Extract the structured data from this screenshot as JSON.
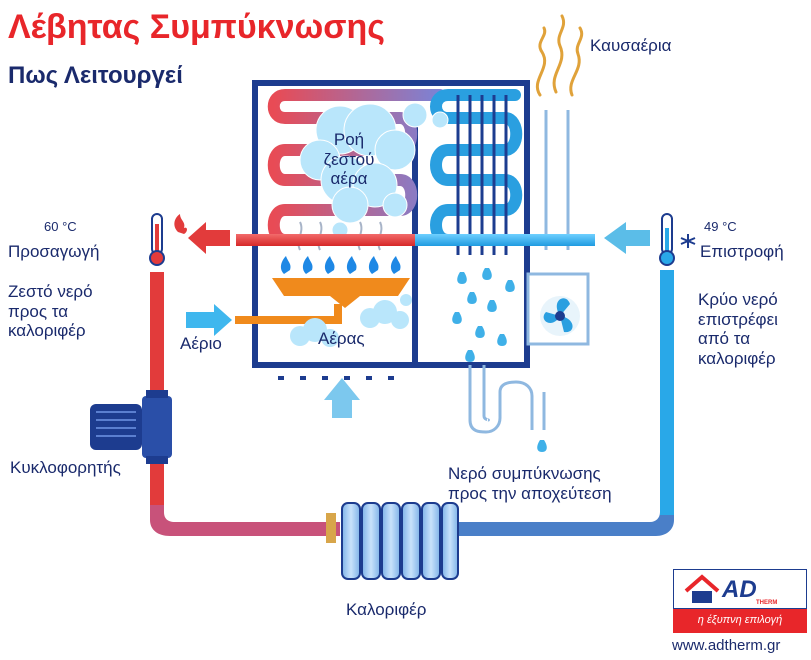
{
  "header": {
    "title": "Λέβητας Συμπύκνωσης",
    "subtitle": "Πως Λειτουργεί"
  },
  "labels": {
    "flue_gas": "Καυσαέρια",
    "hot_air_flow": [
      "Ροή",
      "ζεστού",
      "αέρα"
    ],
    "supply_temp": "60 °C",
    "supply": "Προσαγωγή",
    "hot_water": [
      "Ζεστό νερό",
      "προς τα",
      "καλοριφέρ"
    ],
    "return_temp": "49 °C",
    "return": "Επιστροφή",
    "cold_water": [
      "Κρύο νερό",
      "επιστρέφει",
      "από  τα",
      "καλοριφέρ"
    ],
    "gas": "Αέριο",
    "air": "Αέρας",
    "circulator": "Κυκλοφορητής",
    "condensate": [
      "Νερό συμπύκνωσης",
      "προς την αποχεύτεση"
    ],
    "radiator": "Καλοριφέρ"
  },
  "logo": {
    "brand": "AD",
    "brand_sub": "THERM",
    "slogan": "η έξυπνη επιλογή",
    "url": "www.adtherm.gr"
  },
  "colors": {
    "title_red": "#e8262a",
    "navy": "#1a2a6c",
    "hot_pipe": "#e23b3b",
    "cold_pipe": "#29a8e8",
    "casing": "#1d3c8f",
    "burner": "#f08a1c",
    "flame": "#1e88e5"
  },
  "icons": {
    "supply_icon": "thermometer-flame-icon",
    "return_icon": "thermometer-snowflake-icon",
    "fan": "fan-icon",
    "pump": "pump-icon"
  }
}
